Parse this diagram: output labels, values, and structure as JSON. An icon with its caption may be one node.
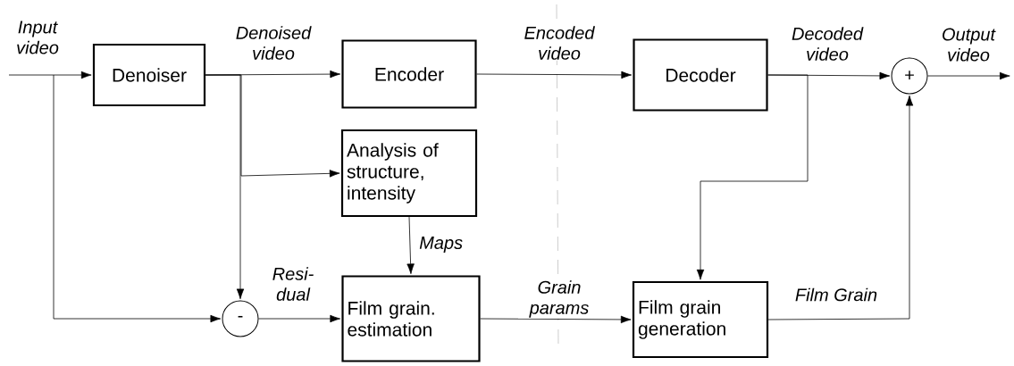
{
  "diagram": {
    "nodes": [
      {
        "text": [
          "Denoiser"
        ]
      },
      {
        "text": [
          "Encoder"
        ]
      },
      {
        "text": [
          "Decoder"
        ]
      },
      {
        "text": [
          "+"
        ]
      },
      {
        "text": [
          "Analysis of structure, intensity"
        ]
      },
      {
        "text": [
          "-"
        ]
      },
      {
        "text": [
          "Film grain. estimation"
        ]
      },
      {
        "text": [
          "Film grain generation"
        ]
      }
    ],
    "edges": [
      {
        "from": null,
        "to": 0,
        "arrow": "to",
        "label": "Input video"
      },
      {
        "from": null,
        "to": 5,
        "arrow": "to"
      },
      {
        "from": 0,
        "to": 1,
        "arrow": "to",
        "label": "Denoised video"
      },
      {
        "from": 0,
        "to": 4,
        "arrow": "to"
      },
      {
        "from": 0,
        "to": 5,
        "arrow": "to"
      },
      {
        "from": 1,
        "to": 2,
        "arrow": "to",
        "label": "Encoded video"
      },
      {
        "from": 2,
        "to": 3,
        "arrow": "to",
        "label": "Decoded video"
      },
      {
        "from": 2,
        "to": 7,
        "arrow": "to"
      },
      {
        "from": 3,
        "to": null,
        "arrow": "to",
        "label": "Output video"
      },
      {
        "from": 5,
        "to": 6,
        "arrow": "to",
        "label": "Resi- dual"
      },
      {
        "from": 4,
        "to": 6,
        "arrow": "to",
        "label": "Maps"
      },
      {
        "from": 6,
        "to": 7,
        "arrow": "to",
        "label": "Grain params"
      },
      {
        "from": 7,
        "to": 3,
        "arrow": "to",
        "label": "Film Grain"
      }
    ]
  }
}
